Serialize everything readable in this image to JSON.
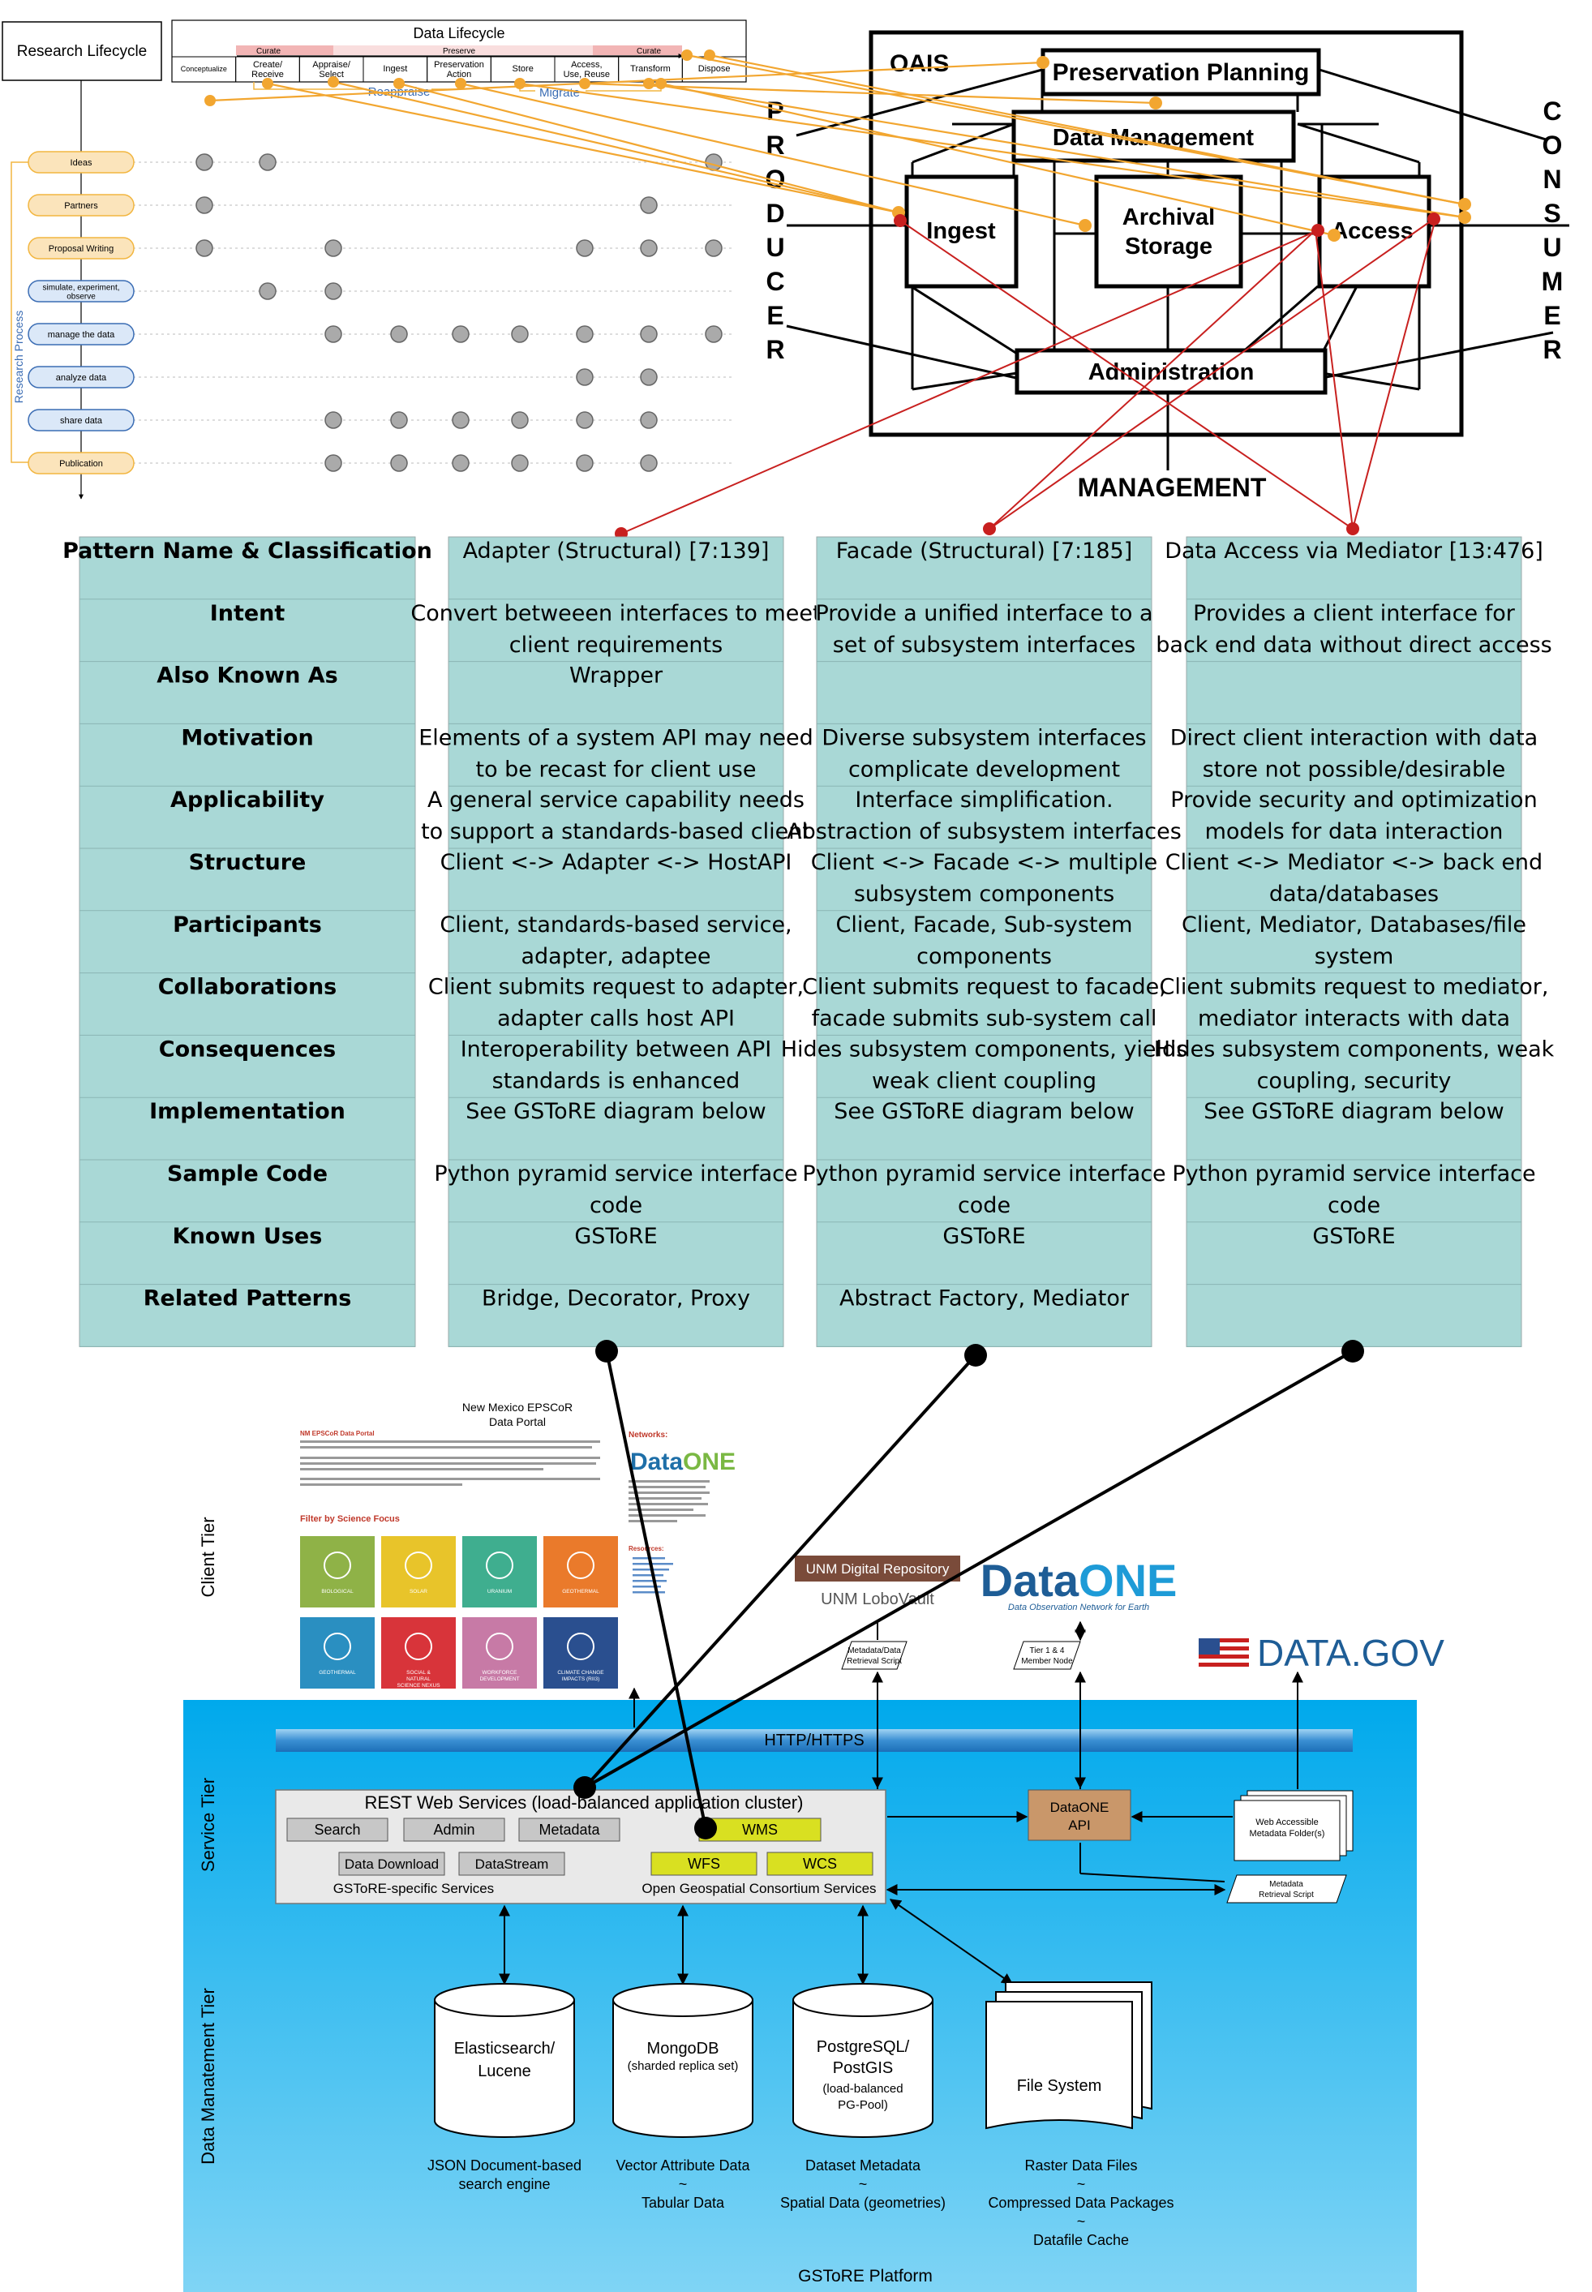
{
  "research_lifecycle": {
    "title": "Research Lifecycle",
    "side_label": "Research Process",
    "stages": [
      {
        "label": "Ideas",
        "style": "yellow"
      },
      {
        "label": "Partners",
        "style": "yellow"
      },
      {
        "label": "Proposal Writing",
        "style": "yellow"
      },
      {
        "label": "simulate, experiment, observe",
        "style": "blue"
      },
      {
        "label": "manage the data",
        "style": "blue"
      },
      {
        "label": "analyze data",
        "style": "blue"
      },
      {
        "label": "share data",
        "style": "blue"
      },
      {
        "label": "Publication",
        "style": "yellow"
      }
    ],
    "markers": [
      [
        0,
        1,
        8
      ],
      [
        0,
        7
      ],
      [
        0,
        2,
        6,
        7,
        8
      ],
      [
        1,
        2
      ],
      [
        2,
        3,
        4,
        5,
        6,
        7,
        8
      ],
      [
        6,
        7
      ],
      [
        2,
        3,
        4,
        5,
        6,
        7
      ],
      [
        2,
        3,
        4,
        5,
        6,
        7
      ]
    ]
  },
  "data_lifecycle": {
    "title": "Data Lifecycle",
    "band_curate_left": "Curate",
    "band_preserve": "Preserve",
    "band_curate_right": "Curate",
    "stages": [
      "Conceptualize",
      "Create/ Receive",
      "Appraise/ Select",
      "Ingest",
      "Preservation Action",
      "Store",
      "Access, Use, Reuse",
      "Transform",
      "Dispose"
    ],
    "reappraise": "Reappraise",
    "migrate": "Migrate"
  },
  "oais": {
    "title": "OAIS",
    "preservation_planning": "Preservation Planning",
    "data_management": "Data Management",
    "ingest": "Ingest",
    "archival_storage": "Archival Storage",
    "access": "Access",
    "administration": "Administration",
    "producer": [
      "P",
      "R",
      "O",
      "D",
      "U",
      "C",
      "E",
      "R"
    ],
    "consumer": [
      "C",
      "O",
      "N",
      "S",
      "U",
      "M",
      "E",
      "R"
    ],
    "management": "MANAGEMENT"
  },
  "patterns": {
    "rows": [
      {
        "label": "Pattern Name & Classification",
        "adapter": "Adapter (Structural) [7:139]",
        "facade": "Facade (Structural) [7:185]",
        "mediator": "Data Access via Mediator [13:476]"
      },
      {
        "label": "Intent",
        "adapter": "Convert betweeen interfaces to meet client requirements",
        "facade": "Provide a unified interface to a set of subsystem interfaces",
        "mediator": "Provides a client interface for back end data without direct access"
      },
      {
        "label": "Also Known As",
        "adapter": "Wrapper",
        "facade": "",
        "mediator": ""
      },
      {
        "label": "Motivation",
        "adapter": "Elements of a system API may need to be recast for client use",
        "facade": "Diverse subsystem interfaces complicate development",
        "mediator": "Direct client interaction with data store not possible/desirable"
      },
      {
        "label": "Applicability",
        "adapter": "A general service capability needs to support a standards-based client",
        "facade": "Interface simplification. Abstraction of subsystem interfaces",
        "mediator": "Provide security and optimization models for data interaction"
      },
      {
        "label": "Structure",
        "adapter": "Client <-> Adapter <-> HostAPI",
        "facade": "Client <-> Facade <-> multiple subsystem components",
        "mediator": "Client <-> Mediator <-> back end data/databases"
      },
      {
        "label": "Participants",
        "adapter": "Client, standards-based service, adapter, adaptee",
        "facade": "Client, Facade, Sub-system components",
        "mediator": "Client, Mediator, Databases/file system"
      },
      {
        "label": "Collaborations",
        "adapter": "Client submits request to adapter, adapter calls host API",
        "facade": "Client submits request to facade, facade submits sub-system call",
        "mediator": "Client submits request to mediator, mediator interacts with data"
      },
      {
        "label": "Consequences",
        "adapter": "Interoperability between API standards is enhanced",
        "facade": "Hides subsystem components, yields weak client coupling",
        "mediator": "Hides subsystem components, weak coupling, security"
      },
      {
        "label": "Implementation",
        "adapter": "See GSToRE diagram below",
        "facade": "See GSToRE diagram below",
        "mediator": "See GSToRE diagram below"
      },
      {
        "label": "Sample Code",
        "adapter": "Python pyramid service interface code",
        "facade": "Python pyramid service interface code",
        "mediator": "Python pyramid service interface code"
      },
      {
        "label": "Known Uses",
        "adapter": "GSToRE",
        "facade": "GSToRE",
        "mediator": "GSToRE"
      },
      {
        "label": "Related Patterns",
        "adapter": "Bridge, Decorator, Proxy",
        "facade": "Abstract Factory, Mediator",
        "mediator": ""
      }
    ]
  },
  "gstore": {
    "tier_client": "Client Tier",
    "tier_service": "Service Tier",
    "tier_data": "Data Manatement Tier",
    "portal_title": "New Mexico EPSCoR Data Portal",
    "portal_heading": "NM EPSCoR Data Portal",
    "portal_filter": "Filter by Science Focus",
    "portal_networks": "Networks:",
    "portal_resources": "Resources:",
    "portal_tiles": [
      {
        "label": "BIOLOGICAL",
        "color": "#8fb247"
      },
      {
        "label": "SOLAR",
        "color": "#e8c42a"
      },
      {
        "label": "URANIUM",
        "color": "#3fae8f"
      },
      {
        "label": "GEOTHERMAL",
        "color": "#ea7a2b"
      },
      {
        "label": "GEOTHERMAL",
        "color": "#2a8fc1"
      },
      {
        "label": "SOCIAL & NATURAL SCIENCE NEXUS",
        "color": "#d8343a"
      },
      {
        "label": "WORKFORCE DEVELOPMENT",
        "color": "#c77aa6"
      },
      {
        "label": "CLIMATE CHANGE IMPACTS (RII3)",
        "color": "#2a4f8f"
      }
    ],
    "unm_repo": "UNM Digital Repository",
    "unm_lobovault": "UNM LoboVault",
    "metadata_retrieval": "Metadata/Data Retrieval Script",
    "dataone_logo_a": "Data",
    "dataone_logo_b": "ONE",
    "dataone_tagline": "Data Observation Network for Earth",
    "tier_node": "Tier 1 & 4 Member Node",
    "datagov": "DATA.GOV",
    "http": "HTTP/HTTPS",
    "rest_title": "REST Web Services (load-balanced application cluster)",
    "btn_search": "Search",
    "btn_admin": "Admin",
    "btn_metadata": "Metadata",
    "btn_wms": "WMS",
    "btn_download": "Data Download",
    "btn_datastream": "DataStream",
    "btn_wfs": "WFS",
    "btn_wcs": "WCS",
    "gstore_specific": "GSToRE-specific Services",
    "ogc": "Open Geospatial Consortium Services",
    "dataone_api": "DataONE API",
    "metadata_folder": "Web Accessible Metadata Folder(s)",
    "metadata_script": "Metadata Retrieval Script",
    "db_elastic": "Elasticsearch/ Lucene",
    "db_mongo": "MongoDB",
    "db_mongo_sub": "(sharded replica set)",
    "db_postgres": "PostgreSQL/ PostGIS",
    "db_postgres_sub": "(load-balanced PG-Pool)",
    "db_files": "File System",
    "cap_elastic": [
      "JSON Document-based",
      "search engine"
    ],
    "cap_mongo": [
      "Vector Attribute Data",
      "~",
      "Tabular Data"
    ],
    "cap_postgres": [
      "Dataset Metadata",
      "~",
      "Spatial Data (geometries)"
    ],
    "cap_files": [
      "Raster Data Files",
      "~",
      "Compressed Data Packages",
      "~",
      "Datafile Cache"
    ],
    "platform": "GSToRE Platform"
  }
}
